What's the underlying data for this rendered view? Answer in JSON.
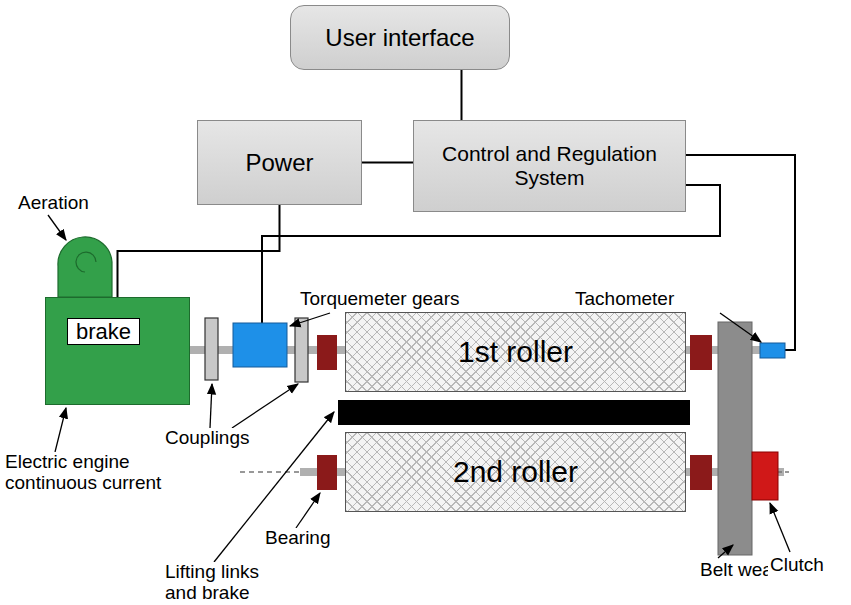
{
  "diagram": {
    "nodes": [
      {
        "text": [
          "User interface"
        ]
      },
      {
        "text": [
          "Power"
        ]
      },
      {
        "text": [
          "Control and Regulation System"
        ]
      },
      {
        "text": [
          "brake"
        ]
      },
      {
        "text": [
          "1st roller"
        ]
      },
      {
        "text": [
          "2nd roller"
        ]
      }
    ],
    "edges": [
      {
        "from": 0,
        "to": 2,
        "arrow": "none"
      },
      {
        "from": 1,
        "to": 2,
        "arrow": "none"
      },
      {
        "from": 1,
        "to": 3,
        "arrow": "none"
      }
    ],
    "labels": [
      "Aeration",
      "Torquemeter gears",
      "Tachometer",
      "Couplings",
      "Electric engine continuous current",
      "Bearing",
      "Lifting links and brake",
      "Belt wear",
      "Clutch"
    ]
  }
}
